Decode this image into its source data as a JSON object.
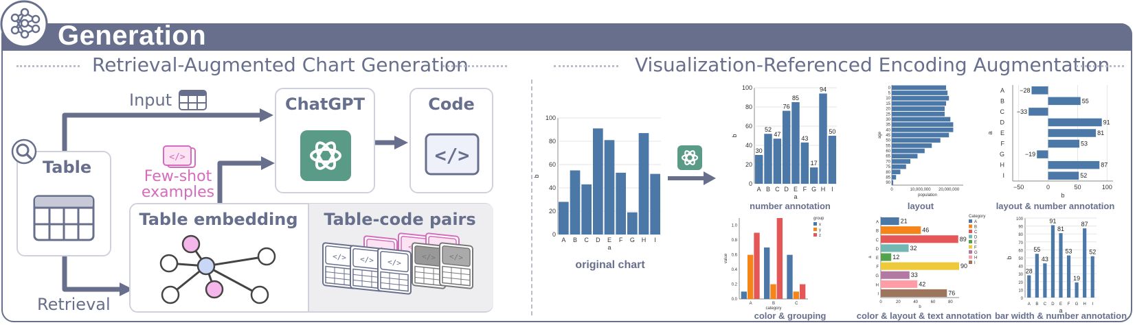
{
  "header": {
    "title": "Generation"
  },
  "left": {
    "section_title": "Retrieval-Augmented Chart Generation",
    "input_label": "Input",
    "table_label": "Table",
    "fewshot_label_1": "Few-shot",
    "fewshot_label_2": "examples",
    "retrieval_label": "Retrieval",
    "chatgpt_label": "ChatGPT",
    "code_label": "Code",
    "embedding_label": "Table embedding",
    "pairs_label": "Table-code pairs"
  },
  "right": {
    "section_title": "Visualization-Referenced Encoding Augmentation",
    "captions": {
      "original": "original chart",
      "number": "number annotation",
      "layout": "layout",
      "layout_number": "layout & number annotation",
      "color_grouping": "color & grouping",
      "color_layout_text": "color & layout & text annotation",
      "bar_width": "bar width & number annotation"
    }
  },
  "colors": {
    "primary": "#676f8c",
    "bar": "#4c78a8",
    "gpt": "#5a9b87",
    "pink": "#d66bbd"
  },
  "chart_data": [
    {
      "id": "original",
      "type": "bar",
      "categories": [
        "A",
        "B",
        "C",
        "D",
        "E",
        "F",
        "G",
        "H",
        "I"
      ],
      "values": [
        28,
        55,
        43,
        91,
        81,
        53,
        19,
        87,
        52
      ],
      "xlabel": "a",
      "ylabel": "b",
      "ylim": [
        0,
        100
      ],
      "yticks": [
        0,
        20,
        40,
        60,
        80,
        100
      ]
    },
    {
      "id": "number",
      "type": "bar",
      "categories": [
        "A",
        "B",
        "C",
        "D",
        "E",
        "F",
        "G",
        "H",
        "I"
      ],
      "values": [
        30,
        52,
        47,
        76,
        85,
        43,
        17,
        94,
        50
      ],
      "xlabel": "a",
      "ylabel": "b",
      "ylim": [
        0,
        100
      ],
      "yticks": [
        0,
        20,
        40,
        60,
        80,
        100
      ],
      "data_labels": true
    },
    {
      "id": "layout",
      "type": "bar",
      "orientation": "horizontal",
      "categories": [
        "0",
        "5",
        "10",
        "15",
        "20",
        "25",
        "30",
        "35",
        "40",
        "45",
        "50",
        "55",
        "60",
        "65",
        "70",
        "75",
        "80",
        "85",
        "90"
      ],
      "values": [
        19,
        19.5,
        20,
        19,
        18.5,
        18.5,
        20.5,
        21.5,
        21.5,
        20,
        17,
        14,
        11.5,
        9,
        6.5,
        5,
        3,
        1.5,
        0.5
      ],
      "xlabel": "population",
      "ylabel": "age",
      "xticks": [
        "0",
        "10,000,000",
        "20,000,000"
      ],
      "xlim": [
        0,
        25
      ]
    },
    {
      "id": "layout_number",
      "type": "bar",
      "orientation": "horizontal",
      "categories": [
        "A",
        "B",
        "C",
        "D",
        "E",
        "F",
        "G",
        "H",
        "I"
      ],
      "values": [
        -28,
        55,
        -33,
        91,
        81,
        53,
        -19,
        87,
        52
      ],
      "xlabel": "b",
      "ylabel": "a",
      "xlim": [
        -60,
        110
      ],
      "xticks": [
        -50,
        0,
        50,
        100
      ],
      "data_labels": [
        "−28",
        "55",
        "−33",
        "91",
        "81",
        "53",
        "−19",
        "87",
        "52"
      ]
    },
    {
      "id": "color_grouping",
      "type": "bar",
      "categories": [
        "A",
        "B",
        "C"
      ],
      "series": [
        {
          "name": "x",
          "values": [
            0.1,
            0.7,
            0.6
          ],
          "color": "#4c78a8"
        },
        {
          "name": "y",
          "values": [
            0.6,
            0.2,
            0.1
          ],
          "color": "#f58518"
        },
        {
          "name": "z",
          "values": [
            0.9,
            1.1,
            0.2
          ],
          "color": "#e45756"
        }
      ],
      "xlabel": "category",
      "ylabel": "value",
      "ylim": [
        0,
        1.1
      ],
      "yticks": [
        "0.0",
        "0.2",
        "0.4",
        "0.6",
        "0.8",
        "1.0"
      ],
      "legend_title": "group"
    },
    {
      "id": "color_layout_text",
      "type": "bar",
      "orientation": "horizontal",
      "categories": [
        "A",
        "B",
        "C",
        "D",
        "E",
        "F",
        "G",
        "H",
        "I"
      ],
      "values": [
        21,
        46,
        89,
        32,
        12,
        90,
        33,
        42,
        76
      ],
      "colors": [
        "#4c78a8",
        "#f58518",
        "#e45756",
        "#72b7b2",
        "#54a24b",
        "#eeca3b",
        "#b279a2",
        "#ff9da6",
        "#9d755d"
      ],
      "xlabel": "b",
      "ylabel": "a",
      "xlim": [
        0,
        90
      ],
      "xticks": [
        0,
        20,
        40,
        60,
        80
      ],
      "legend_title": "Category"
    },
    {
      "id": "bar_width",
      "type": "bar",
      "categories": [
        "A",
        "B",
        "C",
        "D",
        "E",
        "F",
        "G",
        "H",
        "I"
      ],
      "values": [
        28,
        55,
        43,
        91,
        81,
        53,
        19,
        87,
        52
      ],
      "xlabel": "a",
      "ylabel": "b",
      "ylim": [
        0,
        100
      ],
      "yticks": [
        0,
        10,
        20,
        30,
        40,
        50,
        60,
        70,
        80,
        90,
        100
      ],
      "data_labels": true
    }
  ]
}
